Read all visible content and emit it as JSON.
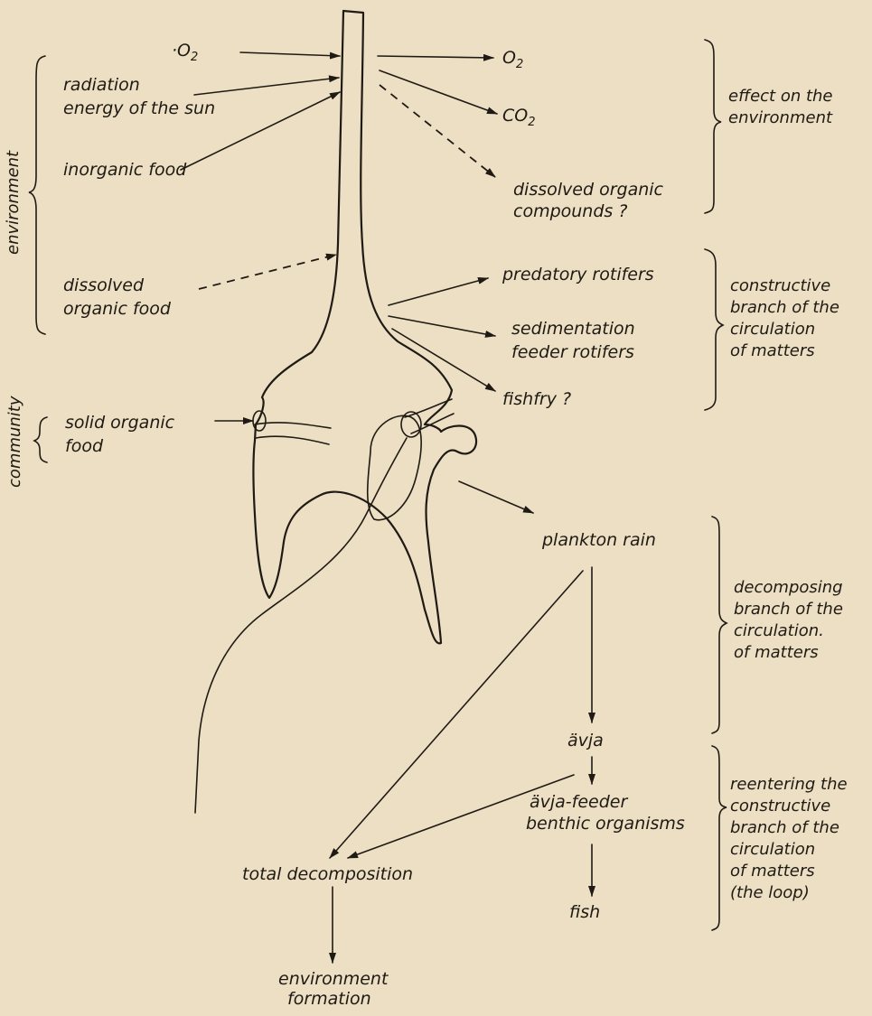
{
  "labels": {
    "o2_in": "·O",
    "o2_in_sub": "2",
    "radiation_1": "radiation",
    "radiation_2": "energy of the sun",
    "inorganic_food": "inorganic food",
    "dissolved_organic_food_1": "dissolved",
    "dissolved_organic_food_2": "organic food",
    "solid_organic_food_1": "solid organic",
    "solid_organic_food_2": "food",
    "o2_out": "O",
    "o2_out_sub": "2",
    "co2_out": "CO",
    "co2_out_sub": "2",
    "dissolved_compounds_1": "dissolved organic",
    "dissolved_compounds_2": "compounds ?",
    "predatory_rotifers": "predatory rotifers",
    "sedimentation_1": "sedimentation",
    "sedimentation_2": "feeder rotifers",
    "fishfry": "fishfry ?",
    "plankton_rain": "plankton rain",
    "avja": "ävja",
    "avja_feeder_1": "ävja-feeder",
    "avja_feeder_2": "benthic organisms",
    "total_decomposition": "total decomposition",
    "fish": "fish",
    "environment_formation_1": "environment",
    "environment_formation_2": "formation"
  },
  "side_labels": {
    "environment": "environment",
    "community": "community"
  },
  "brackets": {
    "effect_1": "effect on the",
    "effect_2": "environment",
    "constructive_1": "constructive",
    "constructive_2": "branch of the",
    "constructive_3": "circulation",
    "constructive_4": "of matters",
    "decomposing_1": "decomposing",
    "decomposing_2": "branch of the",
    "decomposing_3": "circulation.",
    "decomposing_4": "of matters",
    "reentering_1": "reentering the",
    "reentering_2": "constructive",
    "reentering_3": "branch of the",
    "reentering_4": "circulation",
    "reentering_5": "of matters",
    "reentering_6": "(the loop)"
  }
}
